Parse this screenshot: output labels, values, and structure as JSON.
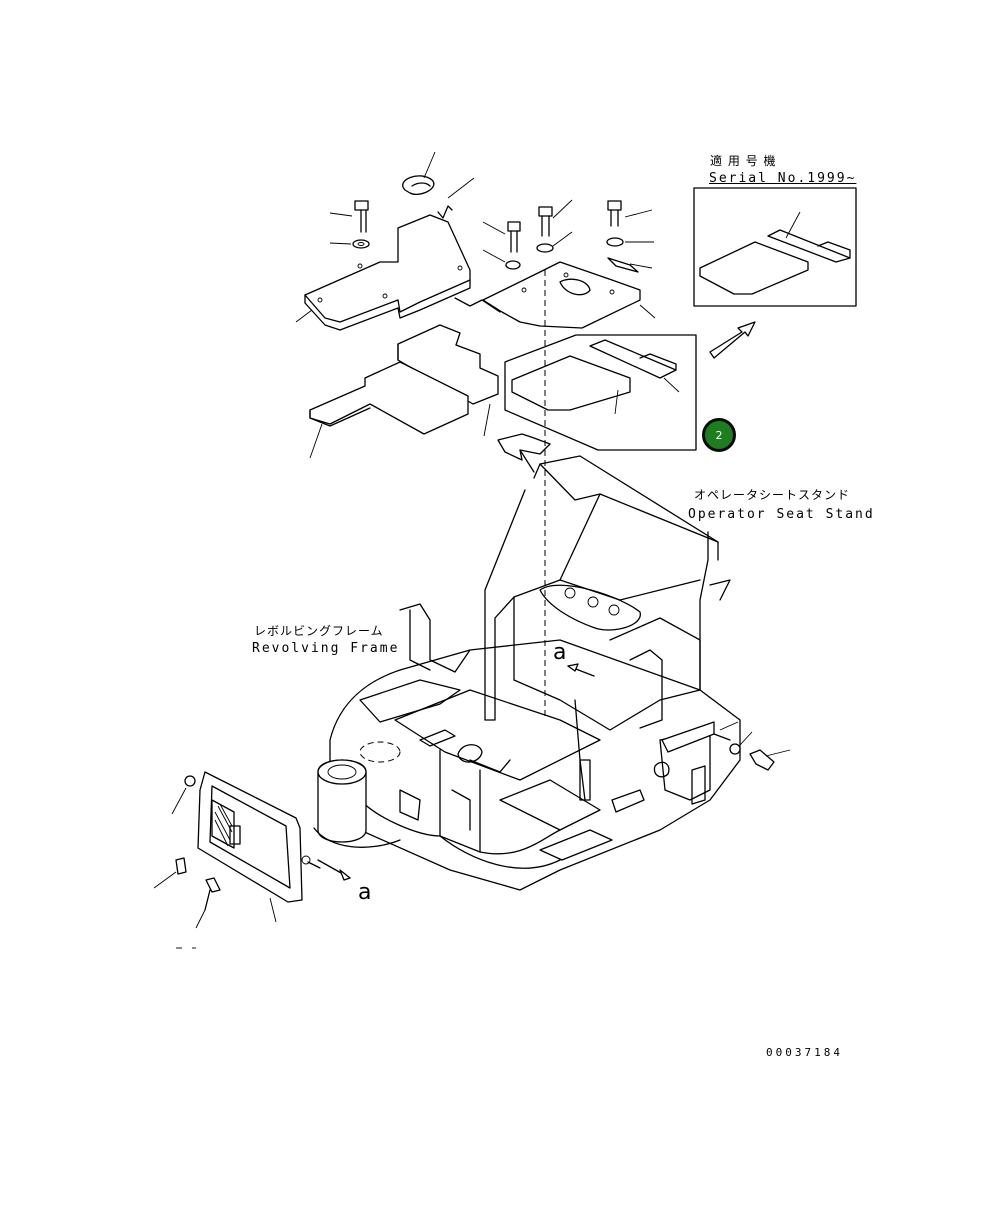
{
  "serial_box": {
    "label_jp": "適 用 号 機",
    "label_en": "Serial No.1999~"
  },
  "callout": {
    "number": "2",
    "color": "#1e7d1e"
  },
  "operator_seat_stand": {
    "label_jp": "オペレータシートスタンド",
    "label_en": "Operator Seat Stand"
  },
  "revolving_frame": {
    "label_jp": "レボルビングフレーム",
    "label_en": "Revolving Frame"
  },
  "view_marks": {
    "upper": "a",
    "lower": "a"
  },
  "drawing_number": "00037184"
}
